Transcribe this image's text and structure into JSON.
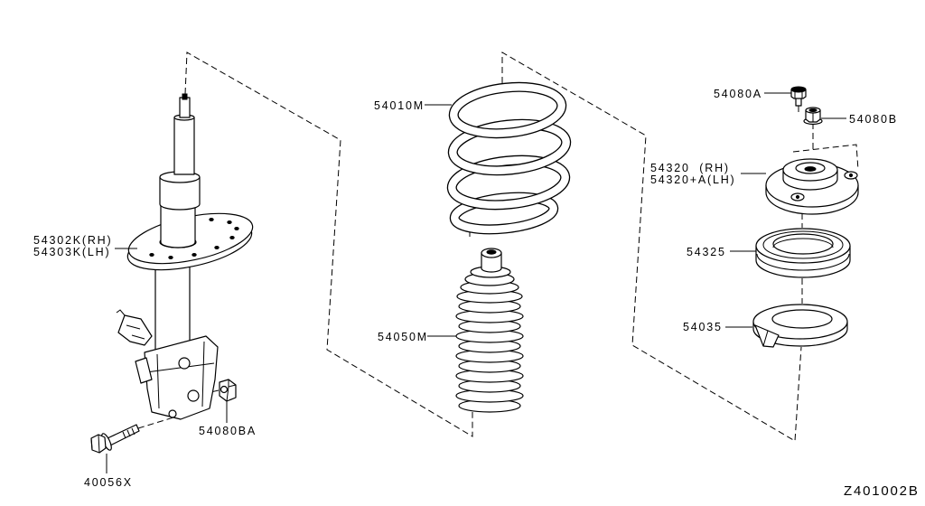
{
  "colors": {
    "background": "#ffffff",
    "line": "#000000"
  },
  "callouts": {
    "strut_rh": "54302K(RH)",
    "strut_lh": "54303K(LH)",
    "coil_spring": "54010M",
    "bumper_boot": "54050M",
    "mount_bolt": "54080A",
    "mount_nut": "54080B",
    "strut_mount_rh": "54320  (RH)",
    "strut_mount_lh": "54320+A(LH)",
    "bearing": "54325",
    "spring_seat": "54035",
    "knuckle_nut": "54080BA",
    "knuckle_bolt": "40056X"
  },
  "figure_code": "Z401002B"
}
